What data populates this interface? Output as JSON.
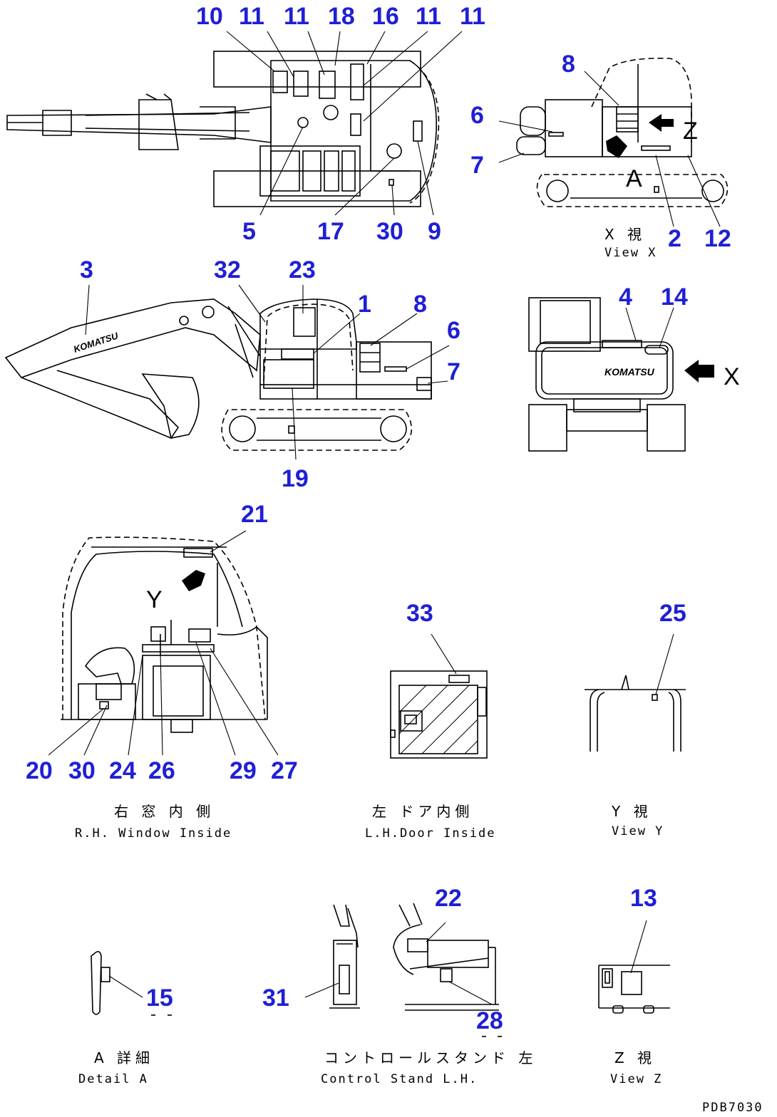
{
  "views": {
    "top": {
      "callouts": [
        "10",
        "11",
        "11",
        "18",
        "16",
        "11",
        "11",
        "5",
        "17",
        "30",
        "9"
      ]
    },
    "view_x_side": {
      "callouts": [
        "8",
        "6",
        "7",
        "2",
        "12"
      ],
      "letters": [
        "Z",
        "A"
      ],
      "caption_jp": "X 視",
      "caption_en": "View X"
    },
    "side": {
      "callouts": [
        "3",
        "32",
        "23",
        "1",
        "8",
        "6",
        "7",
        "19"
      ]
    },
    "rear": {
      "callouts": [
        "4",
        "14"
      ],
      "letters": [
        "X"
      ]
    },
    "window": {
      "callouts": [
        "21",
        "20",
        "30",
        "24",
        "26",
        "29",
        "27"
      ],
      "letters": [
        "Y"
      ],
      "caption_jp": "右 窓 内 側",
      "caption_en": "R.H. Window Inside"
    },
    "door": {
      "callouts": [
        "33"
      ],
      "caption_jp": "左 ドア内側",
      "caption_en": "L.H.Door Inside"
    },
    "view_y": {
      "callouts": [
        "25"
      ],
      "caption_jp": "Y 視",
      "caption_en": "View Y"
    },
    "detail_a": {
      "callouts": [
        "15"
      ],
      "caption_jp": "A 詳細",
      "caption_en": "Detail A"
    },
    "control_stand": {
      "callouts": [
        "31",
        "22",
        "28"
      ],
      "caption_jp": "コントロールスタンド 左",
      "caption_en": "Control Stand L.H."
    },
    "view_z": {
      "callouts": [
        "13"
      ],
      "caption_jp": "Z 視",
      "caption_en": "View Z"
    }
  },
  "drawing_number": "PDB7030",
  "colors": {
    "callout": "#1f1fd6",
    "line": "#000000",
    "background": "#ffffff"
  }
}
